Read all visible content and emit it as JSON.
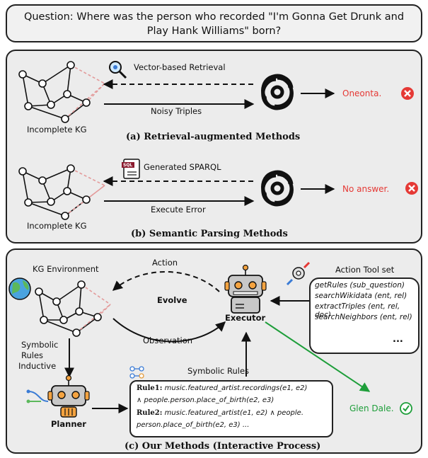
{
  "question": "Question: Where was the person who recorded \"I'm Gonna Get Drunk and Play Hank Williams\" born?",
  "panel_a": {
    "retrieval_label": "Vector-based Retrieval",
    "triples_label": "Noisy Triples",
    "kg_label": "Incomplete KG",
    "answer": "Oneonta.",
    "caption": "(a) Retrieval-augmented Methods"
  },
  "panel_b": {
    "sparql_label": "Generated SPARQL",
    "sql_tag": "SQL",
    "error_label": "Execute Error",
    "kg_label": "Incomplete KG",
    "answer": "No answer.",
    "caption": "(b) Semantic Parsing Methods"
  },
  "panel_c": {
    "kg_env_label": "KG Environment",
    "action_label": "Action",
    "evolve_label": "Evolve",
    "observation_label": "Observation",
    "executor_label": "Executor",
    "tool_title": "Action Tool set",
    "tools": [
      "getRules (sub_question)",
      "searchWikidata (ent, rel)",
      "extractTriples (ent, rel, doc)",
      "searchNeighbors (ent, rel)"
    ],
    "tool_more": "...",
    "symbolic_rules_inductive": [
      "Symbolic",
      "Rules",
      "Inductive"
    ],
    "symbolic_rules_label": "Symbolic Rules",
    "planner_label": "Planner",
    "rule1_name": "Rule1:",
    "rule1_line1": " music.featured_artist.recordings(e1, e2)",
    "rule1_line2": "∧ people.person.place_of_birth(e2, e3)",
    "rule2_name": "Rule2:",
    "rule2_line1": " music.featured_artist(e1, e2) ∧ people.",
    "rule2_line2": "person.place_of_birth(e2, e3) ...",
    "answer": "Glen Dale.",
    "caption": "(c) Our Methods (Interactive Process)"
  },
  "colors": {
    "answer_wrong": "#e53935",
    "answer_right": "#1e9e3a",
    "dashed_edge": "#e39a9a",
    "robot_orange": "#f4a340",
    "robot_gray": "#c8c8c8"
  }
}
